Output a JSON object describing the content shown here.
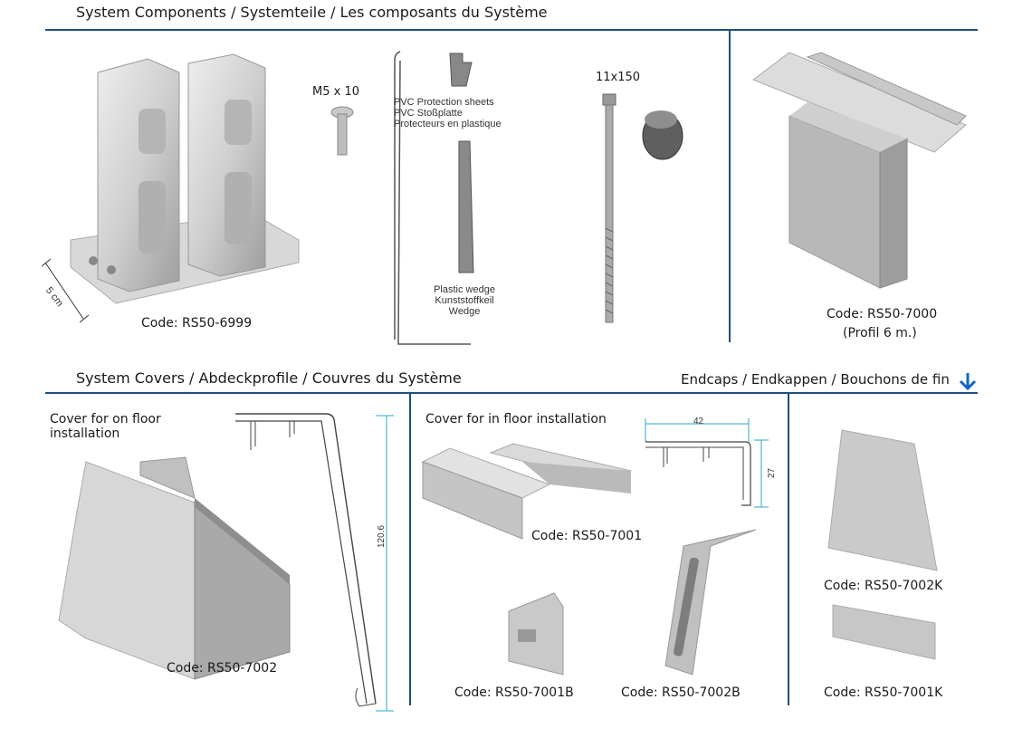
{
  "components": {
    "heading_en": "System Components",
    "heading_rest": " / Systemteile / Les composants du Système",
    "base_code": "Code: RS50-6999",
    "dimension_label": "5 cm",
    "screw_label": "M5 x 10",
    "protection_label": [
      "PVC Protection sheets",
      "PVC  Stoßplatte",
      "Protecteurs en plastique"
    ],
    "wedge_label": [
      "Plastic wedge",
      "Kunststoffkeil",
      "Wedge"
    ],
    "bolt_label": "11x150",
    "profile_code": "Code: RS50-7000",
    "profile_note": "(Profil 6 m.)"
  },
  "covers": {
    "heading_en": "System Covers",
    "heading_rest": " / Abdeckprofile / Couvres du Système",
    "endcaps_en": "Endcaps",
    "endcaps_rest": " / Endkappen / Bouchons de fin",
    "on_floor_label": [
      "Cover for on floor",
      "installation"
    ],
    "on_floor_code": "Code: RS50-7002",
    "height_dim": "120.6",
    "in_floor_label": "Cover for in floor installation",
    "width_dim": "42",
    "depth_dim": "27",
    "in_floor_code": "Code: RS50-7001",
    "endcap_b1_code": "Code: RS50-7001B",
    "endcap_b2_code": "Code: RS50-7002B",
    "endcap_k2_code": "Code: RS50-7002K",
    "endcap_k1_code": "Code: RS50-7001K"
  },
  "colors": {
    "accent": "#1f4e79",
    "arrow": "#1565c0",
    "dimension": "#2aa7c9"
  }
}
